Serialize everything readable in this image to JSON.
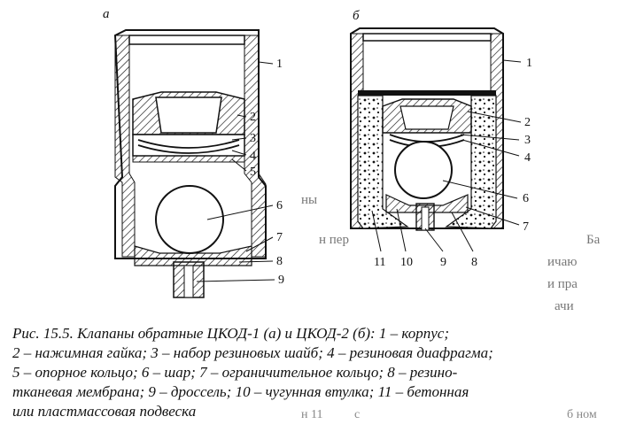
{
  "figure": {
    "panel_a": "a",
    "panel_b": "б",
    "labels_a": [
      "1",
      "2",
      "3",
      "4",
      "5",
      "6",
      "7",
      "8",
      "9"
    ],
    "labels_b_right": [
      "1",
      "2",
      "3",
      "4",
      "6",
      "7"
    ],
    "labels_b_bottom": [
      "11",
      "10",
      "9",
      "8"
    ],
    "margin_text": [
      "ны",
      "Ба",
      "ичаю",
      "и пра",
      "н пер",
      "ачи"
    ]
  },
  "caption": {
    "lines": [
      "Рис. 15.5. Клапаны обратные ЦКОД-1 (а) и ЦКОД-2 (б): 1 – корпус;",
      "2 – нажимная гайка; 3 – набор резиновых шайб; 4 – резиновая диафрагма;",
      "5 – опорное кольцо; 6 – шар; 7 – ограничительное кольцо; 8 – резино-",
      "тканевая мембрана; 9 – дроссель; 10 – чугунная втулка; 11 – бетонная",
      "или пластмассовая подвеска"
    ],
    "stray_fragments": [
      "н 11",
      "с",
      "б ном"
    ]
  },
  "colors": {
    "ink": "#111111",
    "paper": "#ffffff",
    "ghost": "#777777"
  }
}
